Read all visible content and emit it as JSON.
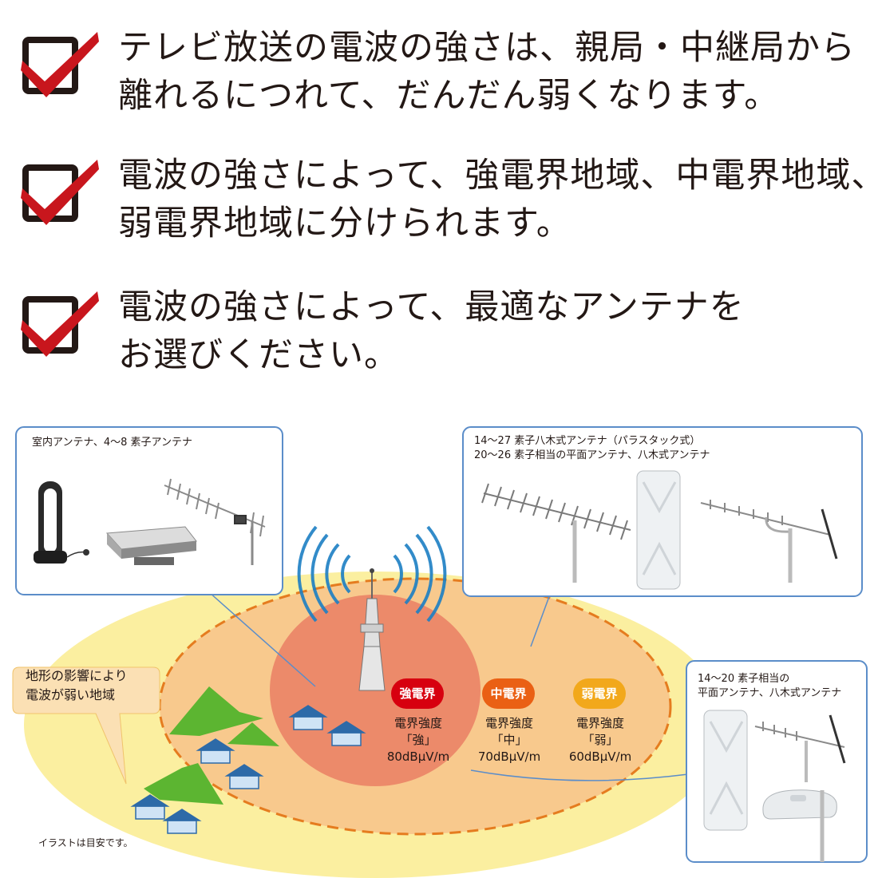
{
  "checklist": [
    {
      "lines": [
        "テレビ放送の電波の強さは、親局・中継局から",
        "離れるにつれて、だんだん弱くなります。"
      ]
    },
    {
      "lines": [
        "電波の強さによって、強電界地域、中電界地域、",
        "弱電界地域に分けられます。"
      ]
    },
    {
      "lines": [
        "電波の強さによって、最適なアンテナを",
        "お選びください。"
      ]
    }
  ],
  "boxes": {
    "indoor": {
      "label": "室内アンテナ、4～8 素子アンテナ"
    },
    "strong": {
      "line1": "14～27 素子八木式アンテナ（パラスタック式）",
      "line2": "20～26 素子相当の平面アンテナ、八木式アンテナ"
    },
    "weak": {
      "line1": "14～20 素子相当の",
      "line2": "平面アンテナ、八木式アンテナ"
    }
  },
  "zones": [
    {
      "name": "強電界",
      "line1": "電界強度",
      "line2": "「強」",
      "line3": "80dBμV/m",
      "color": "#d7000f"
    },
    {
      "name": "中電界",
      "line1": "電界強度",
      "line2": "「中」",
      "line3": "70dBμV/m",
      "color": "#ea6014"
    },
    {
      "name": "弱電界",
      "line1": "電界強度",
      "line2": "「弱」",
      "line3": "60dBμV/m",
      "color": "#f2a81b"
    }
  ],
  "terrain_callout": {
    "line1": "地形の影響により",
    "line2": "電波が弱い地域"
  },
  "footnote": "イラストは目安です。",
  "colors": {
    "check_red": "#c8161d",
    "box_border": "#5b8dc9",
    "outer_area": "#fbefa0",
    "middle_area": "#f8c98d",
    "inner_area": "#ec8a6a",
    "mountain": "#5cb531",
    "waves": "#1c7fc4"
  }
}
